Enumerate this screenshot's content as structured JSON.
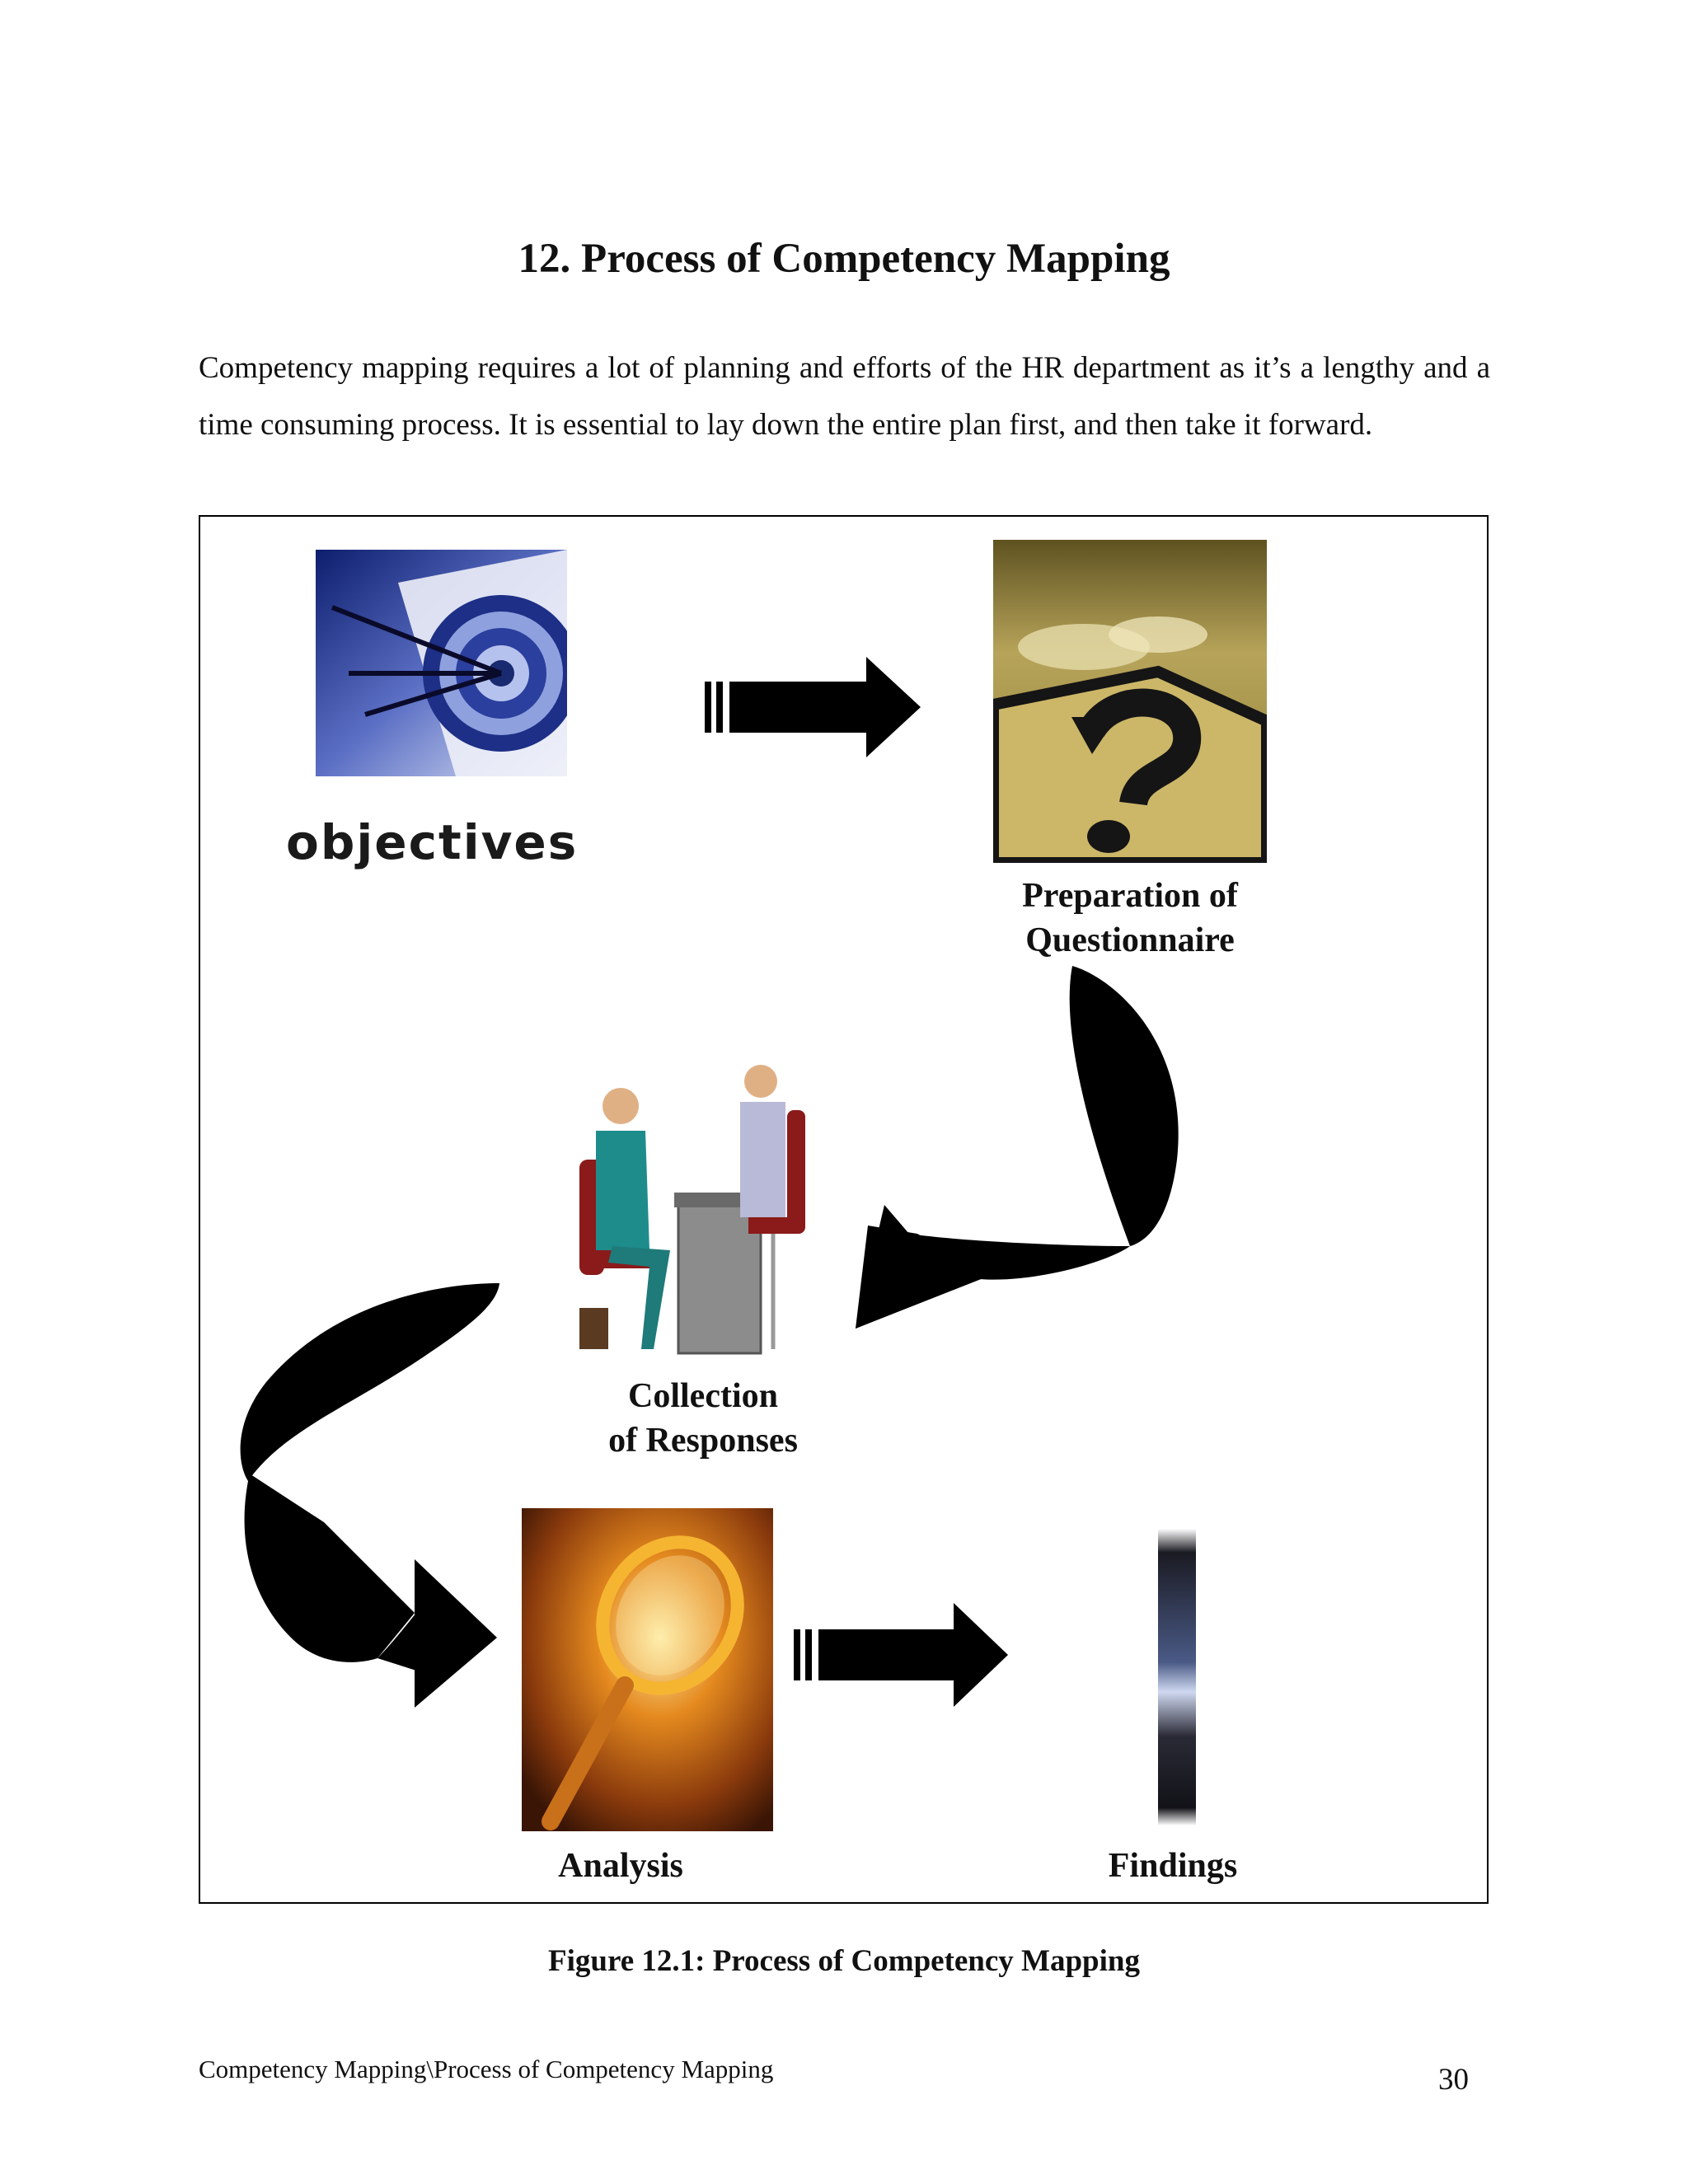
{
  "section_title": "12. Process of Competency Mapping",
  "intro_text": "Competency mapping requires a lot of planning and efforts of the HR department as it’s a lengthy and a time consuming process. It is essential to lay down the entire plan first, and then take it forward.",
  "figure": {
    "steps": [
      {
        "id": "objectives",
        "label": "objectives",
        "icon": "target-darts-icon"
      },
      {
        "id": "questionnaire",
        "label_line1": "Preparation of",
        "label_line2": "Questionnaire",
        "icon": "question-sign-icon"
      },
      {
        "id": "responses",
        "label_line1": "Collection",
        "label_line2": "of Responses",
        "icon": "interview-icon"
      },
      {
        "id": "analysis",
        "label": "Analysis",
        "icon": "magnifying-glass-icon"
      },
      {
        "id": "findings",
        "label": "Findings",
        "icon": "light-beam-icon"
      }
    ],
    "caption": "Figure 12.1: Process of Competency Mapping"
  },
  "footer": {
    "path": "Competency Mapping\\Process of Competency Mapping",
    "page_number": "30"
  }
}
